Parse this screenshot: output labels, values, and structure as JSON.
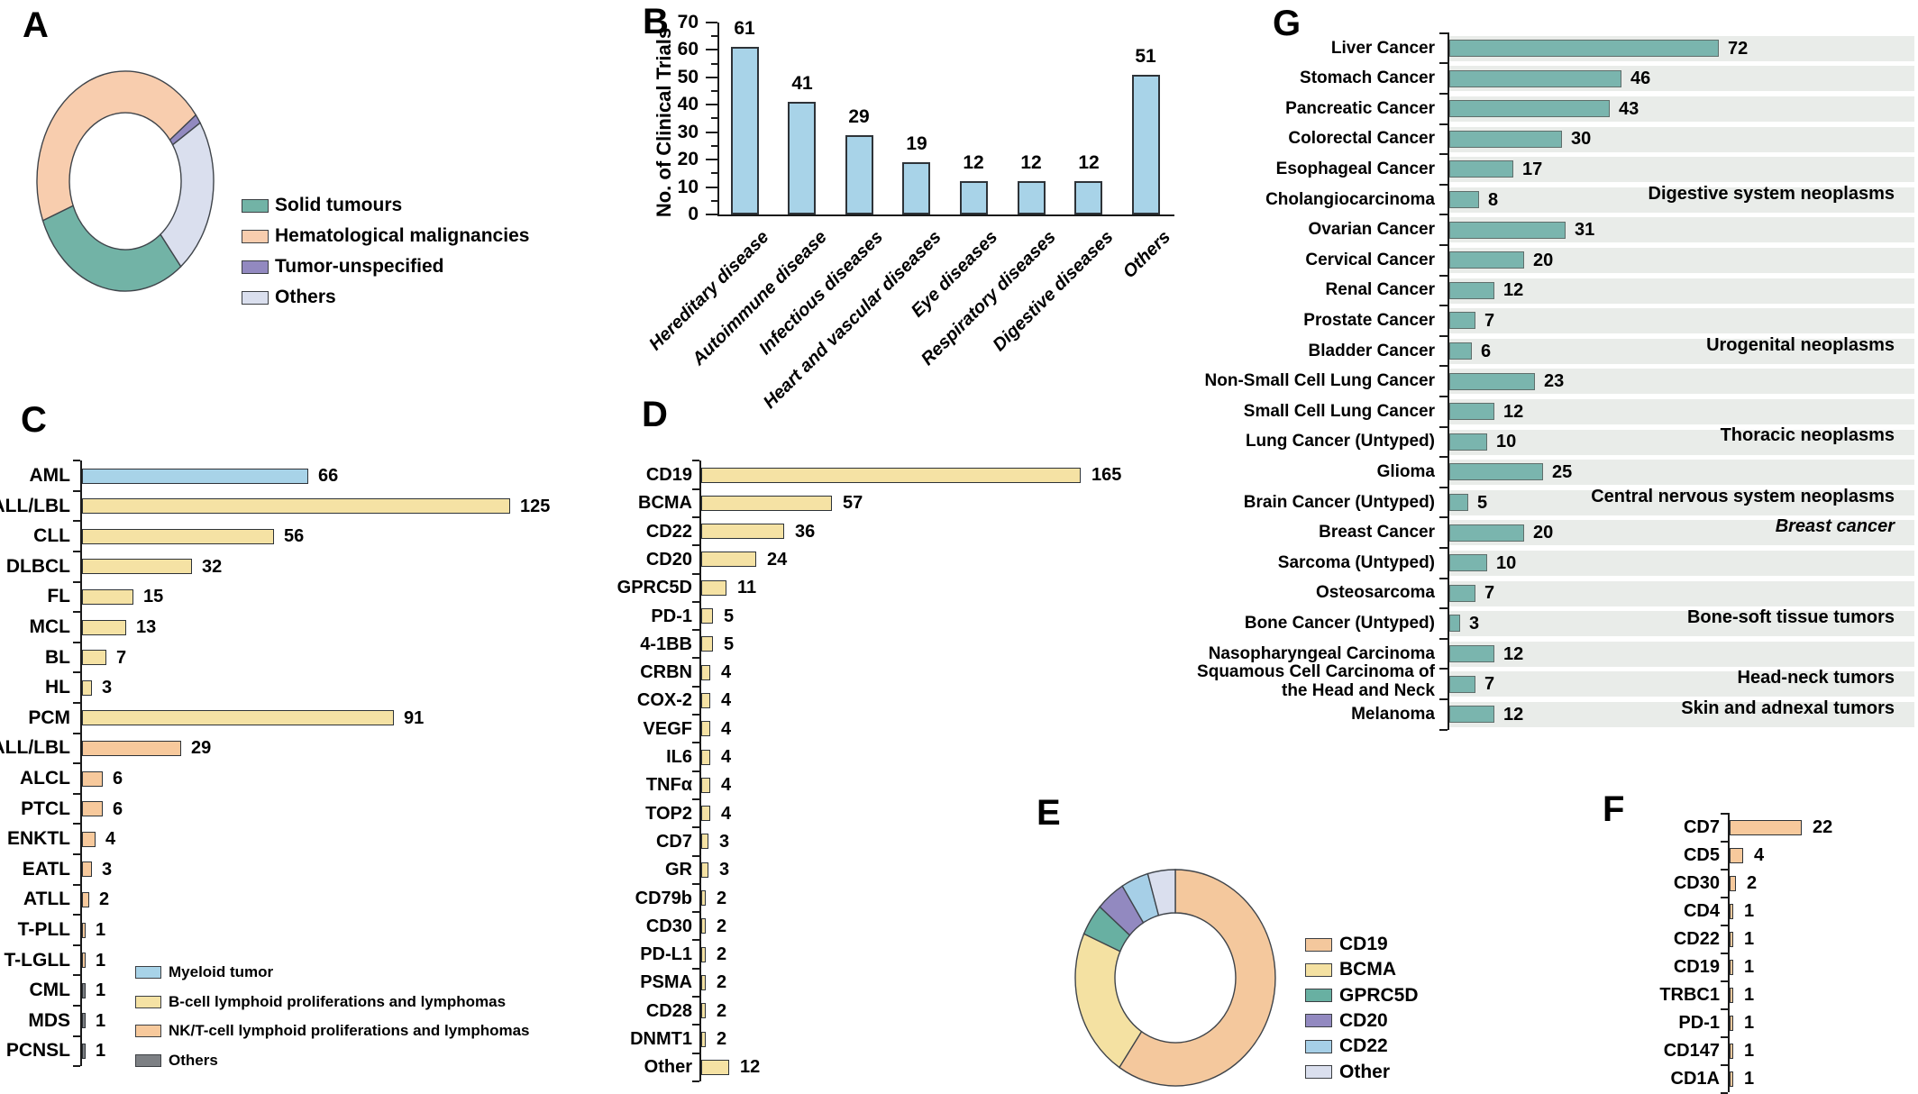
{
  "panels": {
    "A": {
      "label": "A"
    },
    "B": {
      "label": "B"
    },
    "C": {
      "label": "C"
    },
    "D": {
      "label": "D"
    },
    "E": {
      "label": "E"
    },
    "F": {
      "label": "F"
    },
    "G": {
      "label": "G"
    }
  },
  "colors": {
    "blue": "#a8d3e8",
    "yellow": "#f5e2a4",
    "orange": "#f7c99c",
    "gray": "#7d8084",
    "teal": "#7ab5ae",
    "band_gray": "#e9ece9",
    "peach": "#f8cdae",
    "purple": "#9289c0",
    "lavender": "#dadfee",
    "donut_teal": "#72b3a6"
  },
  "chart_data": [
    {
      "id": "A",
      "type": "pie",
      "donut": true,
      "segments": [
        {
          "label": "Solid tumours",
          "color": "#72b3a6",
          "start_deg": 141,
          "end_deg": 249
        },
        {
          "label": "Hematological malignancies",
          "color": "#f8cdae",
          "start_deg": 249,
          "end_deg": 413
        },
        {
          "label": "Tumor-unspecified",
          "color": "#9289c0",
          "start_deg": 413,
          "end_deg": 418
        },
        {
          "label": "Others",
          "color": "#dadfee",
          "start_deg": 418,
          "end_deg": 501
        }
      ],
      "legend": [
        {
          "label": "Solid tumours",
          "color": "#72b3a6"
        },
        {
          "label": "Hematological malignancies",
          "color": "#f8cdae"
        },
        {
          "label": "Tumor-unspecified",
          "color": "#9289c0"
        },
        {
          "label": "Others",
          "color": "#dadfee"
        }
      ]
    },
    {
      "id": "B",
      "type": "bar",
      "ylabel": "No. of Clinical Trials",
      "ylim": [
        0,
        70
      ],
      "ytick_step": 10,
      "categories": [
        "Hereditary disease",
        "Autoimmune disease",
        "Infectious diseases",
        "Heart and vascular diseases",
        "Eye diseases",
        "Respiratory diseases",
        "Digestive diseases",
        "Others"
      ],
      "values": [
        61,
        41,
        29,
        19,
        12,
        12,
        12,
        51
      ],
      "bar_color": "#a8d3e8"
    },
    {
      "id": "C",
      "type": "bar_h",
      "categories": [
        "AML",
        "B-ALL/LBL",
        "CLL",
        "DLBCL",
        "FL",
        "MCL",
        "BL",
        "HL",
        "PCM",
        "T-ALL/LBL",
        "ALCL",
        "PTCL",
        "ENKTL",
        "EATL",
        "ATLL",
        "T-PLL",
        "T-LGLL",
        "CML",
        "MDS",
        "PCNSL"
      ],
      "values": [
        66,
        125,
        56,
        32,
        15,
        13,
        7,
        3,
        91,
        29,
        6,
        6,
        4,
        3,
        2,
        1,
        1,
        1,
        1,
        1
      ],
      "group_of": [
        "myeloid",
        "b",
        "b",
        "b",
        "b",
        "b",
        "b",
        "b",
        "b",
        "t",
        "t",
        "t",
        "t",
        "t",
        "t",
        "t",
        "t",
        "others",
        "others",
        "others"
      ],
      "group_colors": {
        "myeloid": "#a8d3e8",
        "b": "#f5e2a4",
        "t": "#f7c99c",
        "others": "#7d8084"
      },
      "legend": [
        {
          "label": "Myeloid tumor",
          "color": "#a8d3e8"
        },
        {
          "label": "B-cell lymphoid proliferations and lymphomas",
          "color": "#f5e2a4"
        },
        {
          "label": "NK/T-cell lymphoid proliferations and lymphomas",
          "color": "#f7c99c"
        },
        {
          "label": "Others",
          "color": "#7d8084"
        }
      ]
    },
    {
      "id": "D",
      "type": "bar_h",
      "categories": [
        "CD19",
        "BCMA",
        "CD22",
        "CD20",
        "GPRC5D",
        "PD-1",
        "4-1BB",
        "CRBN",
        "COX-2",
        "VEGF",
        "IL6",
        "TNFα",
        "TOP2",
        "CD7",
        "GR",
        "CD79b",
        "CD30",
        "PD-L1",
        "PSMA",
        "CD28",
        "DNMT1",
        "Other"
      ],
      "values": [
        165,
        57,
        36,
        24,
        11,
        5,
        5,
        4,
        4,
        4,
        4,
        4,
        4,
        3,
        3,
        2,
        2,
        2,
        2,
        2,
        2,
        12
      ],
      "bar_color": "#f5e2a4"
    },
    {
      "id": "E",
      "type": "pie",
      "donut": true,
      "segments": [
        {
          "label": "CD19",
          "color": "#f4c89d",
          "start_deg": 0,
          "end_deg": 214
        },
        {
          "label": "BCMA",
          "color": "#f4e1a2",
          "start_deg": 214,
          "end_deg": 294
        },
        {
          "label": "GPRC5D",
          "color": "#68b0a2",
          "start_deg": 294,
          "end_deg": 311
        },
        {
          "label": "CD20",
          "color": "#9289c0",
          "start_deg": 311,
          "end_deg": 328
        },
        {
          "label": "CD22",
          "color": "#a6cfe7",
          "start_deg": 328,
          "end_deg": 344
        },
        {
          "label": "Other",
          "color": "#dadfee",
          "start_deg": 344,
          "end_deg": 360
        }
      ],
      "legend": [
        {
          "label": "CD19",
          "color": "#f4c89d"
        },
        {
          "label": "BCMA",
          "color": "#f4e1a2"
        },
        {
          "label": "GPRC5D",
          "color": "#68b0a2"
        },
        {
          "label": "CD20",
          "color": "#9289c0"
        },
        {
          "label": "CD22",
          "color": "#a6cfe7"
        },
        {
          "label": "Other",
          "color": "#dadfee"
        }
      ]
    },
    {
      "id": "F",
      "type": "bar_h",
      "categories": [
        "CD7",
        "CD5",
        "CD30",
        "CD4",
        "CD22",
        "CD19",
        "TRBC1",
        "PD-1",
        "CD147",
        "CD1A"
      ],
      "values": [
        22,
        4,
        2,
        1,
        1,
        1,
        1,
        1,
        1,
        1
      ],
      "bar_color": "#f7c99c"
    },
    {
      "id": "G",
      "type": "bar_h",
      "categories": [
        "Liver Cancer",
        "Stomach Cancer",
        "Pancreatic Cancer",
        "Colorectal Cancer",
        "Esophageal Cancer",
        "Cholangiocarcinoma",
        "Ovarian Cancer",
        "Cervical Cancer",
        "Renal Cancer",
        "Prostate Cancer",
        "Bladder Cancer",
        "Non-Small Cell Lung Cancer",
        "Small Cell Lung Cancer",
        "Lung Cancer (Untyped)",
        "Glioma",
        "Brain Cancer (Untyped)",
        "Breast Cancer",
        "Sarcoma (Untyped)",
        "Osteosarcoma",
        "Bone Cancer (Untyped)",
        "Nasopharyngeal Carcinoma",
        "Squamous Cell Carcinoma of\nthe Head and Neck",
        "Melanoma"
      ],
      "values": [
        72,
        46,
        43,
        30,
        17,
        8,
        31,
        20,
        12,
        7,
        6,
        23,
        12,
        10,
        25,
        5,
        20,
        10,
        7,
        3,
        12,
        7,
        12
      ],
      "bar_color": "#7ab5ae",
      "band_color": "#e9ece9",
      "groups": [
        {
          "label": "Digestive system neoplasms",
          "from": 0,
          "to": 5
        },
        {
          "label": "Urogenital neoplasms",
          "from": 6,
          "to": 10
        },
        {
          "label": "Thoracic neoplasms",
          "from": 11,
          "to": 13
        },
        {
          "label": "Central nervous system neoplasms",
          "from": 14,
          "to": 15
        },
        {
          "label": "Breast cancer",
          "from": 16,
          "to": 16,
          "italic": true
        },
        {
          "label": "Bone-soft tissue tumors",
          "from": 17,
          "to": 19
        },
        {
          "label": "Head-neck tumors",
          "from": 20,
          "to": 21
        },
        {
          "label": "Skin and adnexal tumors",
          "from": 22,
          "to": 22
        }
      ]
    }
  ]
}
